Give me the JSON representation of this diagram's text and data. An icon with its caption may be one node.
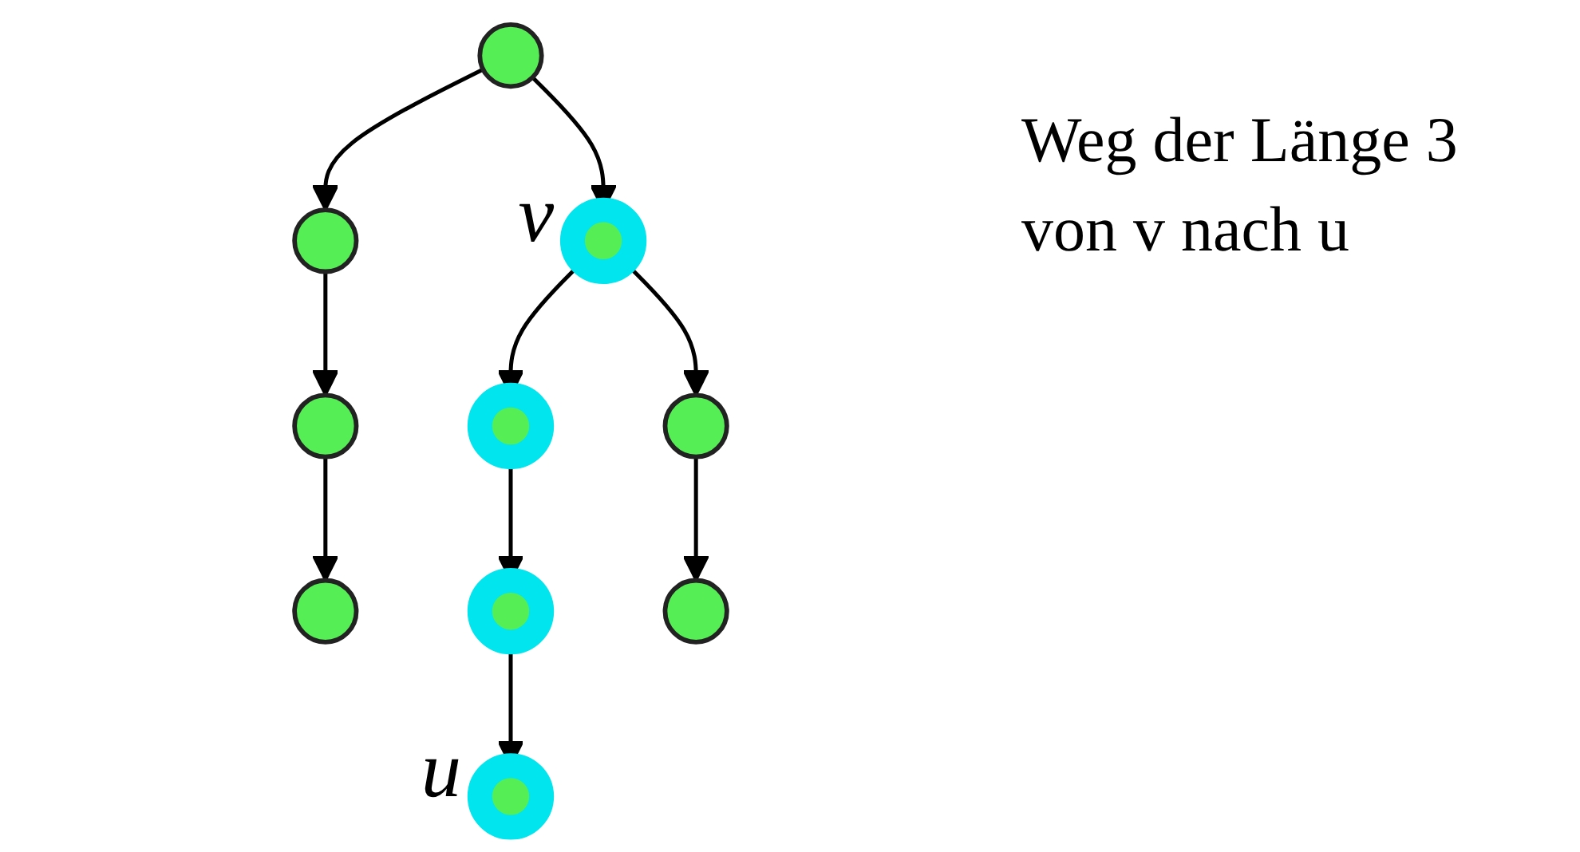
{
  "diagram": {
    "nodes": [
      {
        "text": [],
        "shape": "circle"
      },
      {
        "text": [],
        "shape": "circle"
      },
      {
        "text": [],
        "shape": "circle",
        "beside": [
          "v"
        ]
      },
      {
        "text": [],
        "shape": "circle"
      },
      {
        "text": [],
        "shape": "circle"
      },
      {
        "text": [],
        "shape": "circle"
      },
      {
        "text": [],
        "shape": "circle"
      },
      {
        "text": [],
        "shape": "circle"
      },
      {
        "text": [],
        "shape": "circle"
      },
      {
        "text": [],
        "shape": "circle",
        "beside": [
          "u"
        ]
      }
    ],
    "edges": [
      {
        "from": 0,
        "to": 1,
        "arrow": "to"
      },
      {
        "from": 0,
        "to": 2,
        "arrow": "to"
      },
      {
        "from": 1,
        "to": 3,
        "arrow": "to"
      },
      {
        "from": 2,
        "to": 4,
        "arrow": "to"
      },
      {
        "from": 2,
        "to": 5,
        "arrow": "to"
      },
      {
        "from": 3,
        "to": 6,
        "arrow": "to"
      },
      {
        "from": 4,
        "to": 7,
        "arrow": "to"
      },
      {
        "from": 5,
        "to": 8,
        "arrow": "to"
      },
      {
        "from": 7,
        "to": 9,
        "arrow": "to"
      }
    ],
    "labels": [
      "Weg der Länge 3 von v nach u"
    ]
  }
}
